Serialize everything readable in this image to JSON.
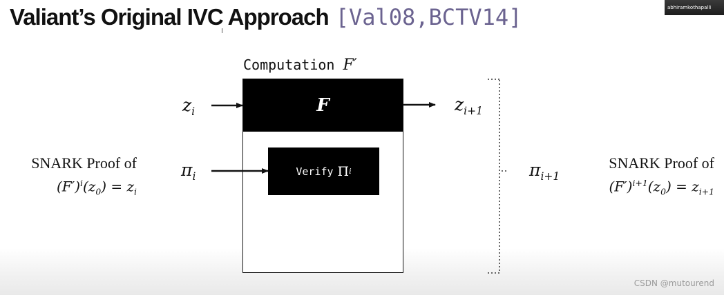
{
  "slide": {
    "title": "Valiant’s Original IVC Approach",
    "citation": "[Val08,BCTV14]",
    "computation_label": "Computation",
    "computation_symbol": "F′",
    "f_box_label": "F",
    "verify_label": "Verify",
    "verify_symbol": "Π",
    "verify_subscript": "i",
    "inputs": {
      "z_base": "z",
      "z_sub": "i",
      "pi_base": "π",
      "pi_sub": "i"
    },
    "outputs": {
      "z_base": "z",
      "z_sub": "i+1",
      "pi_base": "π",
      "pi_sub": "i+1"
    },
    "left_caption": {
      "line1": "SNARK Proof of",
      "line2_prefix": "(F′)",
      "line2_sup": "i",
      "line2_mid": "(z",
      "line2_sub0": "0",
      "line2_eq": ") = z",
      "line2_sub": "i"
    },
    "right_caption": {
      "line1": "SNARK Proof of",
      "line2_prefix": "(F′)",
      "line2_sup": "i+1",
      "line2_mid": "(z",
      "line2_sub0": "0",
      "line2_eq": ") = z",
      "line2_sub": "i+1"
    }
  },
  "presenter": {
    "name": "abhiramkothapalli"
  },
  "cursor_glyph": "I",
  "watermark": "CSDN @mutourend",
  "colors": {
    "citation": "#6b6390",
    "box_fill": "#000000",
    "text": "#111111"
  }
}
